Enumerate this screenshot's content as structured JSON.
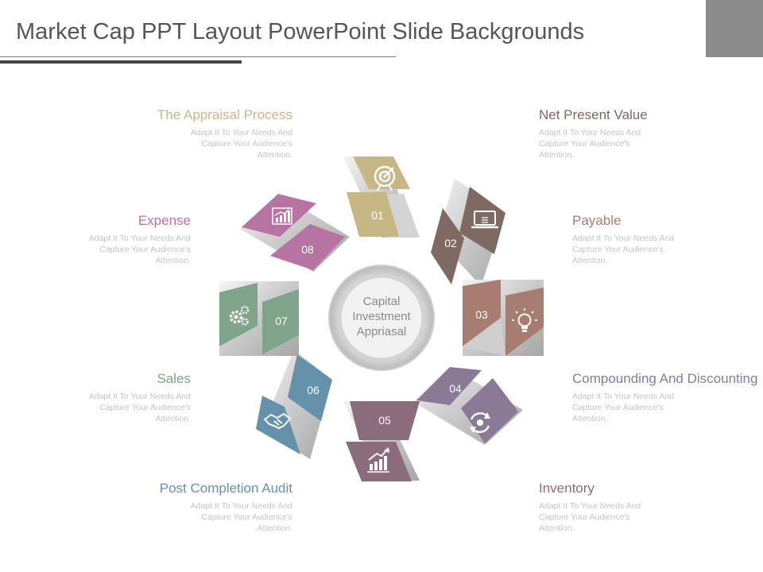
{
  "slide": {
    "title": "Market Cap PPT Layout PowerPoint Slide Backgrounds"
  },
  "center": {
    "lines": [
      "Capital",
      "Investment",
      "Appriasal"
    ]
  },
  "segments": [
    {
      "number": "01",
      "title": "The Appraisal Process",
      "icon": "target-icon",
      "color": "#c7b785",
      "desc": "Adapt It To Your Needs And Capture Your Audience's Attention."
    },
    {
      "number": "02",
      "title": "Net Present Value",
      "icon": "laptop-icon",
      "color": "#7e6a60",
      "desc": "Adapt It To Your Needs And Capture Your Audience's Attention."
    },
    {
      "number": "03",
      "title": "Payable",
      "icon": "lightbulb-icon",
      "color": "#a67d70",
      "desc": "Adapt It To Your Needs And Capture Your Audience's Attention."
    },
    {
      "number": "04",
      "title": "Compounding And Discounting",
      "icon": "refresh-gear-icon",
      "color": "#8a7a96",
      "desc": "Adapt It To Your Needs And Capture Your Audience's Attention."
    },
    {
      "number": "05",
      "title": "Inventory",
      "icon": "growth-chart-icon",
      "color": "#8a6c7c",
      "desc": "Adapt It To Your Needs And Capture Your Audience's Attention."
    },
    {
      "number": "06",
      "title": "Post Completion Audit",
      "icon": "handshake-icon",
      "color": "#6592ab",
      "desc": "Adapt It To Your Needs And Capture Your Audience's Attention."
    },
    {
      "number": "07",
      "title": "Sales",
      "icon": "gears-icon",
      "color": "#7fa48a",
      "desc": "Adapt It To Your Needs And Capture Your Audience's Attention."
    },
    {
      "number": "08",
      "title": "Expense",
      "icon": "bar-chart-icon",
      "color": "#b774a3",
      "desc": "Adapt It To Your Needs And Capture Your Audience's Attention."
    }
  ]
}
